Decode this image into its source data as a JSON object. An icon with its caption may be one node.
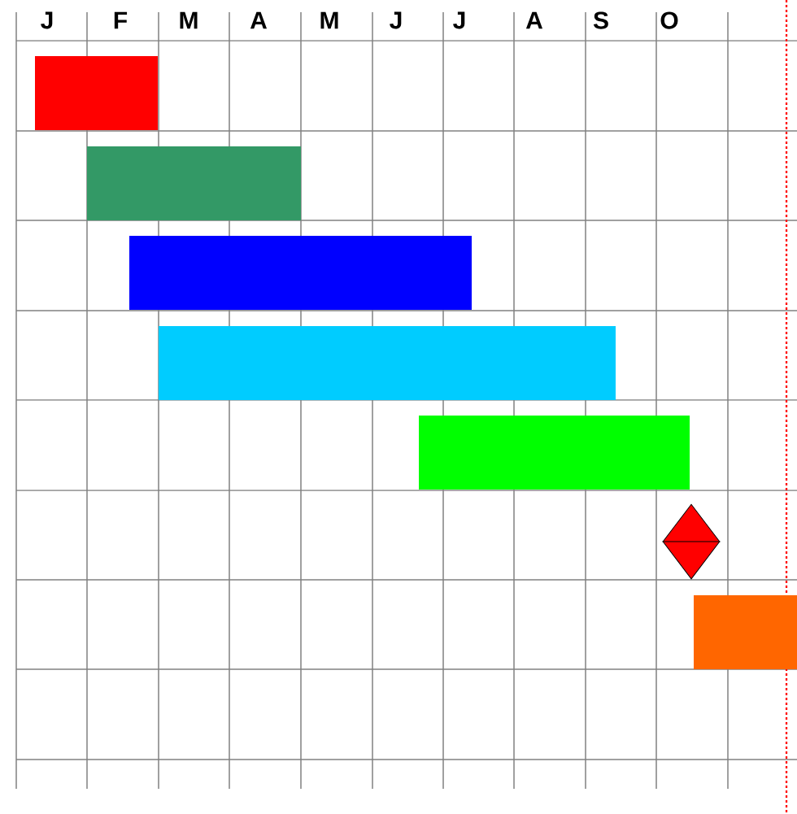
{
  "diagram": {
    "nodes": [
      {
        "text": [],
        "shape": "bar"
      },
      {
        "text": [],
        "shape": "bar"
      },
      {
        "text": [],
        "shape": "bar"
      },
      {
        "text": [],
        "shape": "bar"
      },
      {
        "text": [],
        "shape": "bar"
      },
      {
        "text": [],
        "shape": "diamond"
      },
      {
        "text": [],
        "shape": "bar"
      }
    ],
    "labels": [
      "J",
      "F",
      "M",
      "A",
      "M",
      "J",
      "J",
      "A",
      "S",
      "O"
    ]
  }
}
